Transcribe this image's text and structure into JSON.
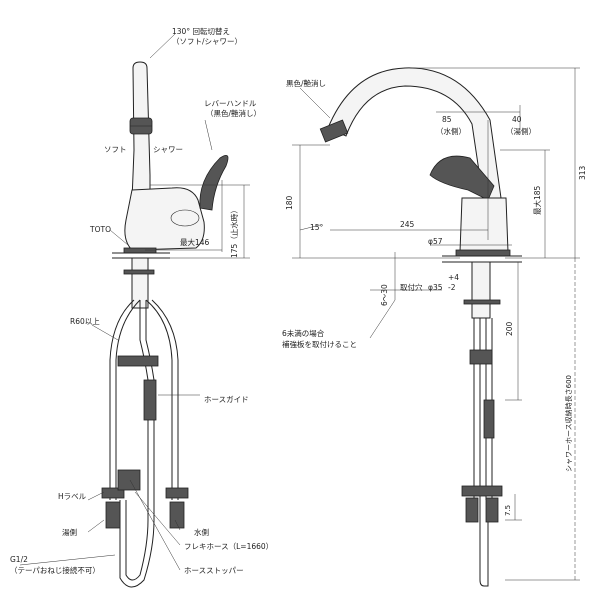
{
  "labels": {
    "rotation": "130° 回転切替え",
    "rotation_sub": "（ソフト/シャワー）",
    "lever": "レバーハンドル",
    "lever_sub": "（黒色/艶消し）",
    "soft": "ソフト",
    "shower": "シャワー",
    "black_matte": "黒色/艶消し",
    "toto": "TOTO",
    "r60": "R60以上",
    "hose_guide": "ホースガイド",
    "h_label": "Hラベル",
    "hot_side": "湯側",
    "water_side": "水側",
    "flexi_hose": "フレキホース（L=1660）",
    "g12": "G1/2",
    "g12_sub": "（テーパおねじ接続不可）",
    "hose_stopper": "ホースストッパー",
    "six_under": "6未満の場合",
    "reinforce": "補強板を取付けること",
    "mount_hole": "取付穴",
    "shower_hose": "シャワーホース収納時長さ600"
  },
  "dimensions": {
    "d175": "175（止水時）",
    "max146": "最大146",
    "d180": "180",
    "d15": "15°",
    "d85": "85",
    "d85_sub": "（水側）",
    "d40": "40",
    "d40_sub": "（湯側）",
    "d313": "313",
    "max185": "最大185",
    "d245": "245",
    "phi57": "φ57",
    "phi35": "φ35",
    "tol_plus": "+4",
    "tol_minus": "-2",
    "d6_30": "6〜30",
    "d200": "200",
    "d7_5": "7.5"
  }
}
